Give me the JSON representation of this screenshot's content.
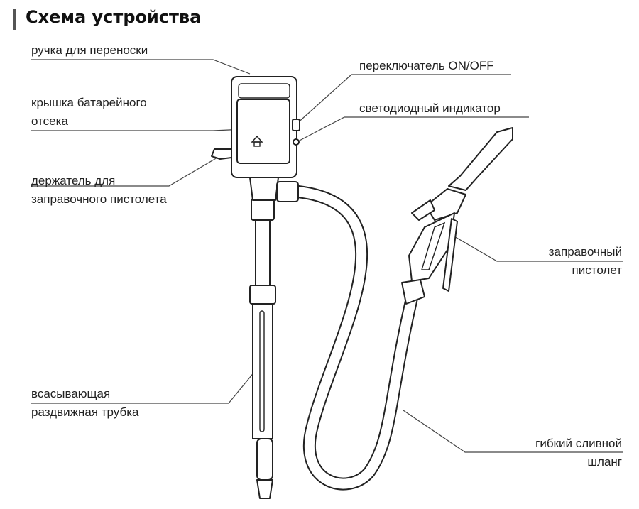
{
  "title": "Схема устройства",
  "labels": {
    "carry_handle": "ручка для переноски",
    "battery_cover_1": "крышка батарейного",
    "battery_cover_2": "отсека",
    "nozzle_holder_1": "держатель для",
    "nozzle_holder_2": "заправочного пистолета",
    "suction_tube_1": "всасывающая",
    "suction_tube_2": "раздвижная трубка",
    "switch": "переключатель ON/OFF",
    "led": "светодиодный индикатор",
    "nozzle_1": "заправочный",
    "nozzle_2": "пистолет",
    "hose_1": "гибкий сливной",
    "hose_2": "шланг"
  },
  "colors": {
    "ink": "#222222",
    "accent_bar": "#555555",
    "rule": "#9a9a9a"
  }
}
